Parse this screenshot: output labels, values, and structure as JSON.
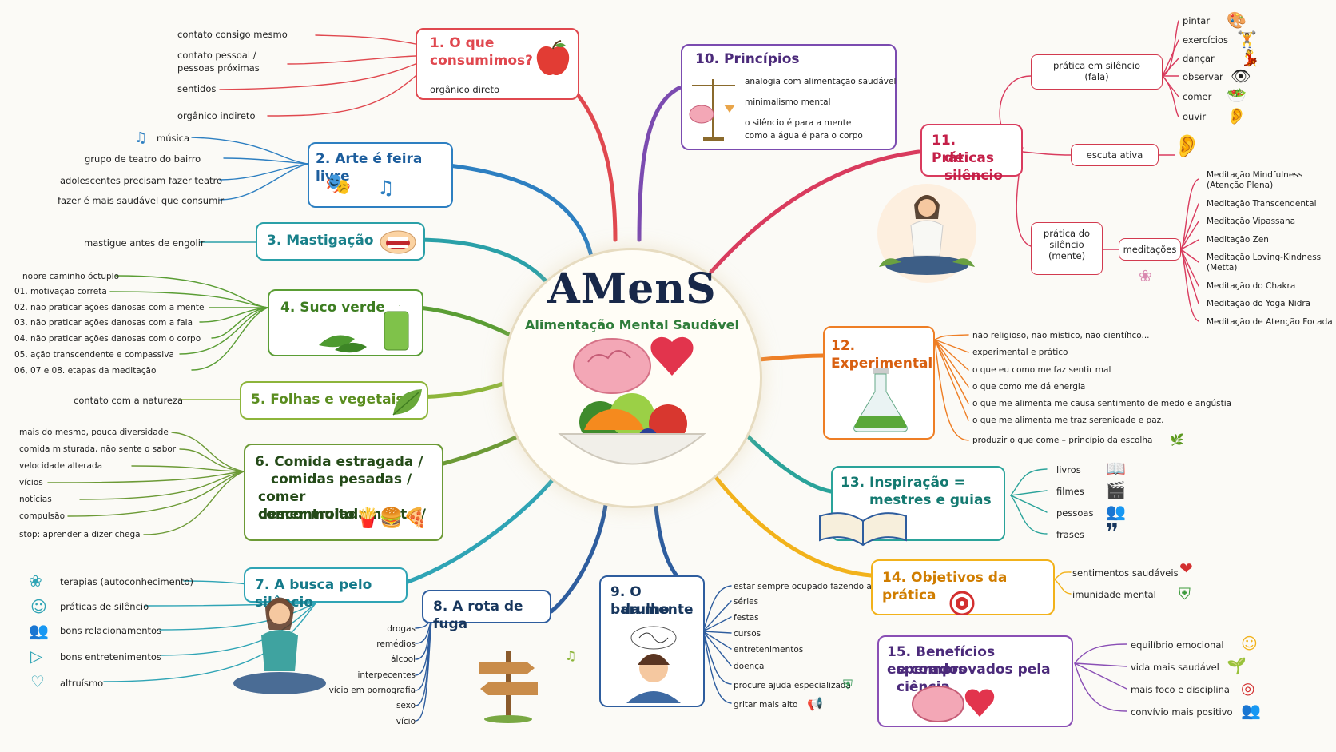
{
  "center": {
    "title": "AMenS",
    "subtitle": "Alimentação Mental Saudável"
  },
  "colors": {
    "red": "#e0484f",
    "blue": "#2d7fc1",
    "teal": "#2aa0a8",
    "green": "#5a9d34",
    "lime": "#8db53b",
    "olive": "#6c9a36",
    "cyan": "#2fa4b5",
    "navy": "#2e5d9e",
    "purple": "#7b4bb0",
    "pink": "#d93b5e",
    "orange": "#ee7e25",
    "teal2": "#2aa39a",
    "gold": "#f2b21b",
    "violet": "#8a4fb5"
  },
  "b1": {
    "title1": "1. O que",
    "title2": "consumimos?",
    "inner": "orgânico direto",
    "items": [
      "contato consigo mesmo",
      "contato pessoal /",
      "pessoas próximas",
      "sentidos",
      "orgânico indireto"
    ]
  },
  "b2": {
    "title": "2. Arte é feira livre",
    "items": [
      "música",
      "grupo de teatro do bairro",
      "adolescentes precisam fazer teatro",
      "fazer é mais saudável que consumir"
    ]
  },
  "b3": {
    "title": "3. Mastigação",
    "items": [
      "mastigue antes de engolir"
    ]
  },
  "b4": {
    "title": "4. Suco verde",
    "items": [
      "nobre caminho óctuplo",
      "01. motivação correta",
      "02. não praticar ações danosas com a mente",
      "03. não praticar ações danosas com a fala",
      "04. não praticar ações danosas com o corpo",
      "05. ação transcendente e compassiva",
      "06, 07 e 08.  etapas da meditação"
    ]
  },
  "b5": {
    "title": "5. Folhas e vegetais",
    "items": [
      "contato com a natureza"
    ]
  },
  "b6": {
    "title": [
      "6. Comida estragada /",
      "comidas pesadas /",
      "comer descontroladamente /",
      "comer muito"
    ],
    "items": [
      "mais do mesmo, pouca diversidade",
      "comida misturada, não sente o sabor",
      "velocidade alterada",
      "vícios",
      "notícias",
      "compulsão",
      "stop: aprender a dizer chega"
    ]
  },
  "b7": {
    "title": "7. A busca pelo silêncio",
    "items": [
      "terapias (autoconhecimento)",
      "práticas de silêncio",
      "bons relacionamentos",
      "bons entretenimentos",
      "altruísmo"
    ]
  },
  "b8": {
    "title": "8. A rota de fuga",
    "items": [
      "drogas",
      "remédios",
      "álcool",
      "interpecentes",
      "vício em pornografia",
      "sexo",
      "vício"
    ]
  },
  "b9": {
    "title1": "9. O barulho",
    "title2": "da mente",
    "items": [
      "estar sempre ocupado fazendo algo",
      "séries",
      "festas",
      "cursos",
      "entretenimentos",
      "doença",
      "procure ajuda especializada",
      "gritar mais alto"
    ]
  },
  "b10": {
    "title": "10. Princípios",
    "items": [
      "analogia com alimentação saudável",
      "minimalismo mental",
      "o silêncio é para a mente",
      "como a água é para o corpo"
    ]
  },
  "b11": {
    "title1": "11. Práticas",
    "title2": "de silêncio",
    "fala1": "prática em silêncio",
    "fala2": "(fala)",
    "fala_items": [
      "pintar",
      "exercícios",
      "dançar",
      "observar",
      "comer",
      "ouvir"
    ],
    "escuta": "escuta ativa",
    "mente": [
      "prática do",
      "silêncio",
      "(mente)"
    ],
    "meditacoes": "meditações",
    "med_items": [
      "Meditação Mindfulness",
      "(Atenção Plena)",
      "Meditação Transcendental",
      "Meditação Vipassana",
      "Meditação Zen",
      "Meditação Loving-Kindness",
      "(Metta)",
      "Meditação do Chakra",
      "Meditação do Yoga Nidra",
      "Meditação de Atenção Focada"
    ]
  },
  "b12": {
    "title": "12. Experimental",
    "items": [
      "não religioso, não místico, não científico...",
      "experimental e prático",
      "o que eu como me faz sentir mal",
      "o que como me dá energia",
      "o que me alimenta me causa sentimento de medo e angústia",
      "o que me alimenta me traz serenidade e paz.",
      "produzir o que come – princípio da escolha"
    ]
  },
  "b13": {
    "title1": "13. Inspiração =",
    "title2": "mestres e guias",
    "items": [
      "livros",
      "filmes",
      "pessoas",
      "frases"
    ]
  },
  "b14": {
    "title": "14. Objetivos da prática",
    "items": [
      "sentimentos saudáveis",
      "imunidade mental"
    ]
  },
  "b15": {
    "title1": "15. Benefícios esperados",
    "title2": "e comprovados pela ciência",
    "items": [
      "equilíbrio emocional",
      "vida mais saudável",
      "mais foco e disciplina",
      "convívio mais positivo"
    ]
  }
}
